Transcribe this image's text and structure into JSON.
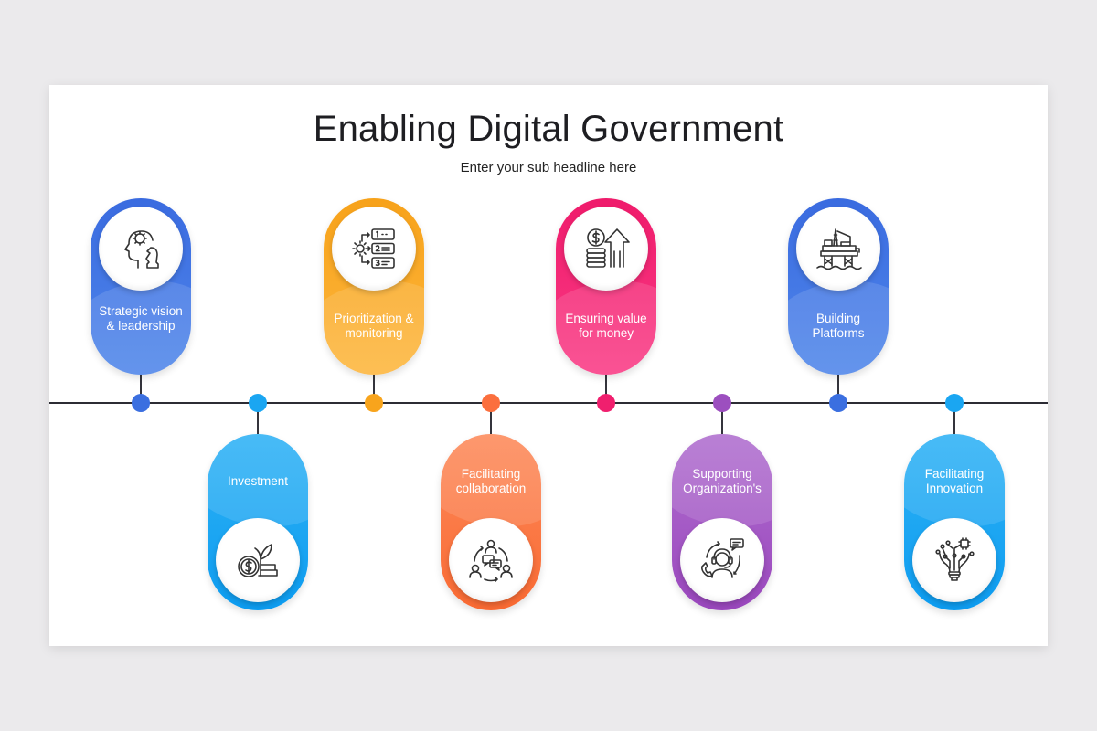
{
  "title": "Enabling Digital Government",
  "subtitle": "Enter your sub headline here",
  "colors": {
    "blue": "#3b6fe0",
    "sky": "#1aa6f2",
    "orange": "#f8a41c",
    "coral": "#fb6f3e",
    "magenta": "#f01f6e",
    "purple": "#9c4fbf"
  },
  "items": [
    {
      "label": "Strategic vision & leadership",
      "icon": "head-gear-chess-icon"
    },
    {
      "label": "Investment",
      "icon": "plant-coin-icon"
    },
    {
      "label": "Prioritization & monitoring",
      "icon": "gear-numbered-list-icon"
    },
    {
      "label": "Facilitating collaboration",
      "icon": "team-chat-cycle-icon"
    },
    {
      "label": "Ensuring value for money",
      "icon": "coins-arrow-up-icon"
    },
    {
      "label": "Supporting Organization's",
      "icon": "support-headset-icon"
    },
    {
      "label": "Building Platforms",
      "icon": "oil-platform-icon"
    },
    {
      "label": "Facilitating Innovation",
      "icon": "lightbulb-circuit-icon"
    }
  ]
}
